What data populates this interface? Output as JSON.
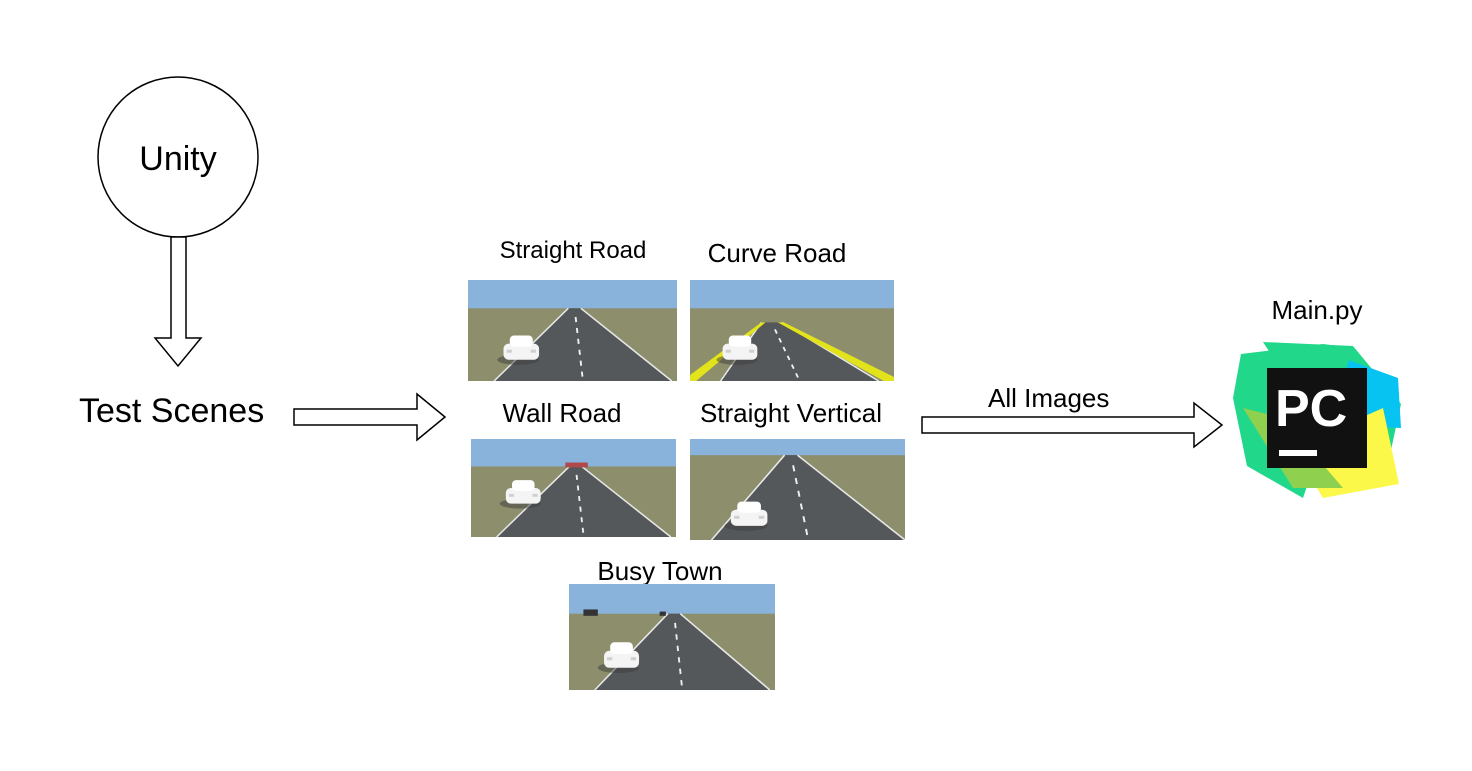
{
  "source_node": {
    "label": "Unity"
  },
  "scenes_node": {
    "label": "Test Scenes"
  },
  "scenes": [
    {
      "label": "Straight Road",
      "variant": "straight"
    },
    {
      "label": "Curve Road",
      "variant": "curve"
    },
    {
      "label": "Wall Road",
      "variant": "wall"
    },
    {
      "label": "Straight Vertical",
      "variant": "vertical"
    },
    {
      "label": "Busy Town",
      "variant": "town"
    }
  ],
  "output_arrow": {
    "label": "All Images"
  },
  "target": {
    "label": "Main.py",
    "logo_text": "PC",
    "icon": "pycharm-logo-icon"
  },
  "colors": {
    "sky": "#8ab3dc",
    "ground": "#8d8f6c",
    "road": "#55585b",
    "curb_yellow": "#e3e31b",
    "logo_bg": "#111111"
  }
}
